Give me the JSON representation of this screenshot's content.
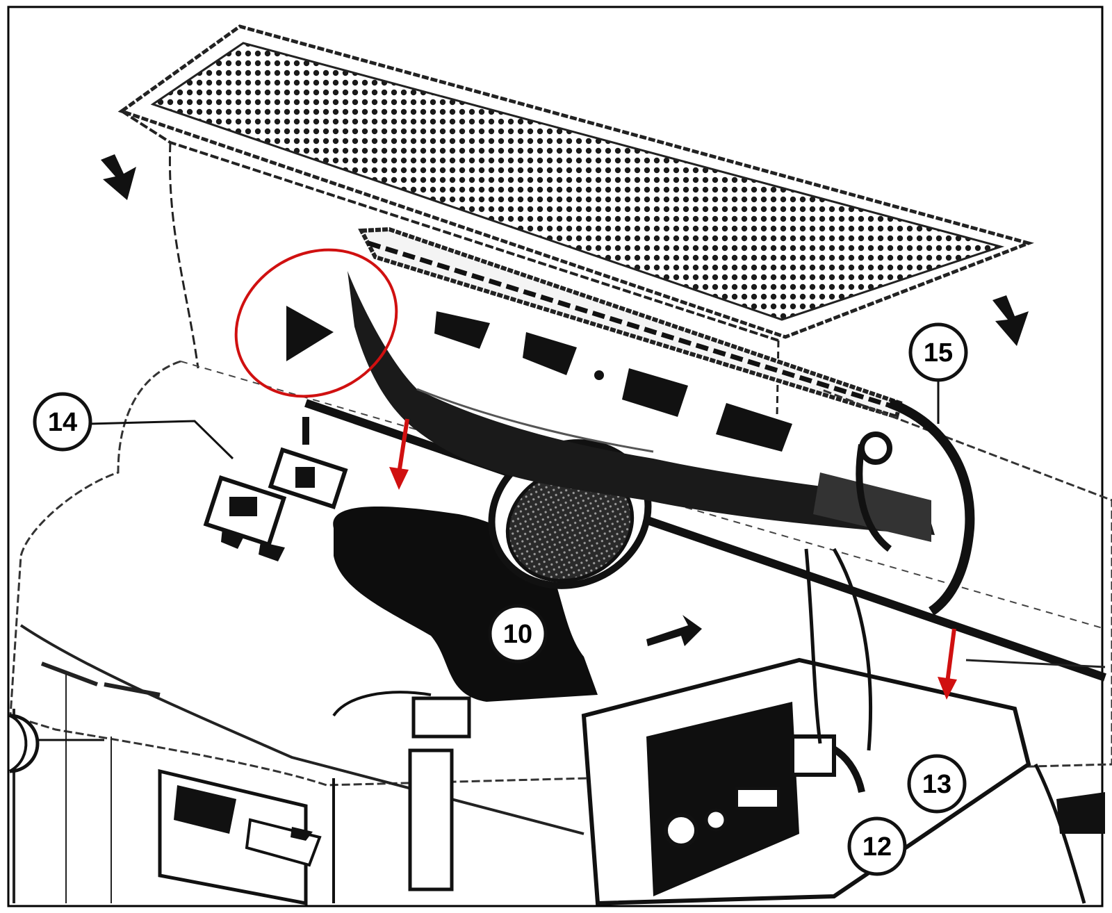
{
  "figure": {
    "frame_color": "#000000",
    "background_color": "#ffffff",
    "ink_color": "#000000",
    "annotation_color": "#d01010"
  },
  "callouts": [
    {
      "id": "callout-10",
      "label": "10"
    },
    {
      "id": "callout-12",
      "label": "12"
    },
    {
      "id": "callout-13",
      "label": "13"
    },
    {
      "id": "callout-14",
      "label": "14"
    },
    {
      "id": "callout-15",
      "label": "15"
    }
  ],
  "annotations": {
    "red_ellipse": "highlight-ellipse",
    "red_arrows": [
      "red-arrow-left",
      "red-arrow-right"
    ]
  }
}
